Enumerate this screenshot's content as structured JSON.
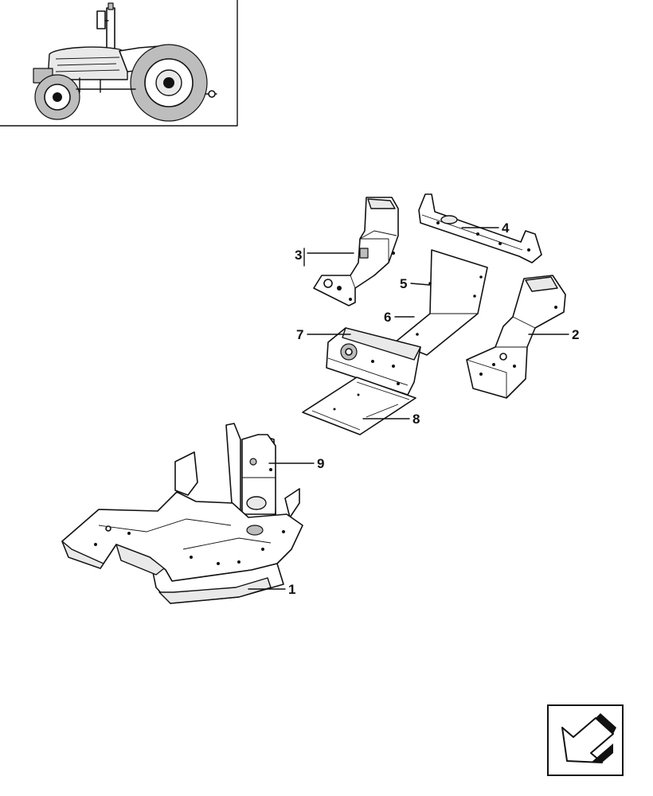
{
  "callouts": [
    {
      "id": "1",
      "label": "1"
    },
    {
      "id": "2",
      "label": "2"
    },
    {
      "id": "3",
      "label": "3"
    },
    {
      "id": "4",
      "label": "4"
    },
    {
      "id": "5",
      "label": "5"
    },
    {
      "id": "6",
      "label": "6"
    },
    {
      "id": "7",
      "label": "7"
    },
    {
      "id": "8",
      "label": "8"
    },
    {
      "id": "9",
      "label": "9"
    }
  ],
  "icons": {
    "thumbnail": "tractor-icon",
    "navigation": "back-arrow-icon"
  },
  "colors": {
    "line": "#111111",
    "background": "#ffffff"
  }
}
